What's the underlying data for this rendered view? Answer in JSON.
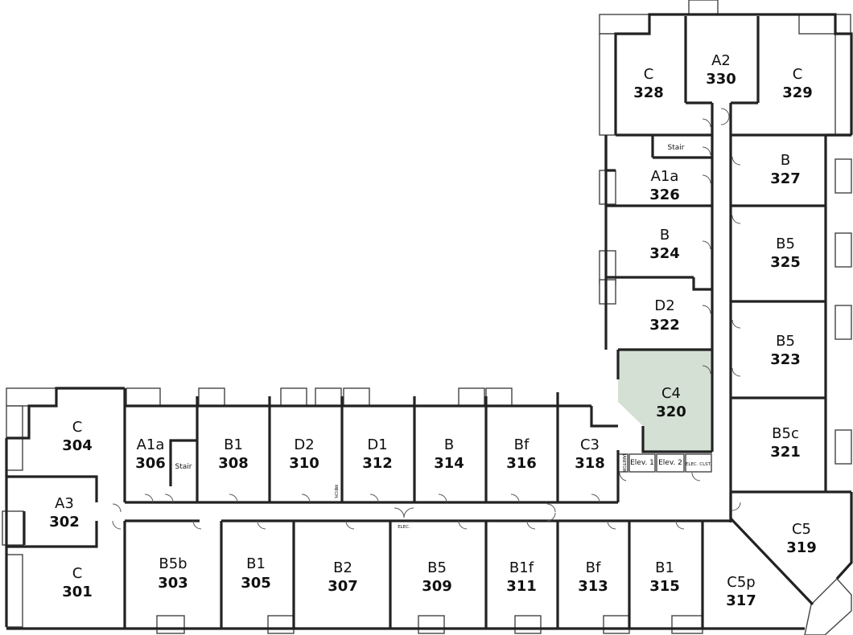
{
  "units": [
    {
      "type": "C",
      "number": "328"
    },
    {
      "type": "A2",
      "number": "330"
    },
    {
      "type": "C",
      "number": "329"
    },
    {
      "type": "A1a",
      "number": "326"
    },
    {
      "type": "B",
      "number": "327"
    },
    {
      "type": "B",
      "number": "324"
    },
    {
      "type": "B5",
      "number": "325"
    },
    {
      "type": "D2",
      "number": "322"
    },
    {
      "type": "B5",
      "number": "323"
    },
    {
      "type": "C4",
      "number": "320"
    },
    {
      "type": "B5c",
      "number": "321"
    },
    {
      "type": "C",
      "number": "304"
    },
    {
      "type": "A1a",
      "number": "306"
    },
    {
      "type": "B1",
      "number": "308"
    },
    {
      "type": "D2",
      "number": "310"
    },
    {
      "type": "D1",
      "number": "312"
    },
    {
      "type": "B",
      "number": "314"
    },
    {
      "type": "Bf",
      "number": "316"
    },
    {
      "type": "C3",
      "number": "318"
    },
    {
      "type": "A3",
      "number": "302"
    },
    {
      "type": "C5",
      "number": "319"
    },
    {
      "type": "C",
      "number": "301"
    },
    {
      "type": "B5b",
      "number": "303"
    },
    {
      "type": "B1",
      "number": "305"
    },
    {
      "type": "B2",
      "number": "307"
    },
    {
      "type": "B5",
      "number": "309"
    },
    {
      "type": "B1f",
      "number": "311"
    },
    {
      "type": "Bf",
      "number": "313"
    },
    {
      "type": "B1",
      "number": "315"
    },
    {
      "type": "C5p",
      "number": "317"
    }
  ],
  "highlighted_unit": "320",
  "highlight_color": "#d5e0d4",
  "service_labels": {
    "stair_north": "Stair",
    "stair_west": "Stair",
    "elev1": "Elev. 1",
    "elev2": "Elev. 2",
    "elec_clst": "ELEC. CLST.",
    "elec": "ELEC.",
    "mech": "MECH.",
    "janitor": "JANITOR"
  }
}
